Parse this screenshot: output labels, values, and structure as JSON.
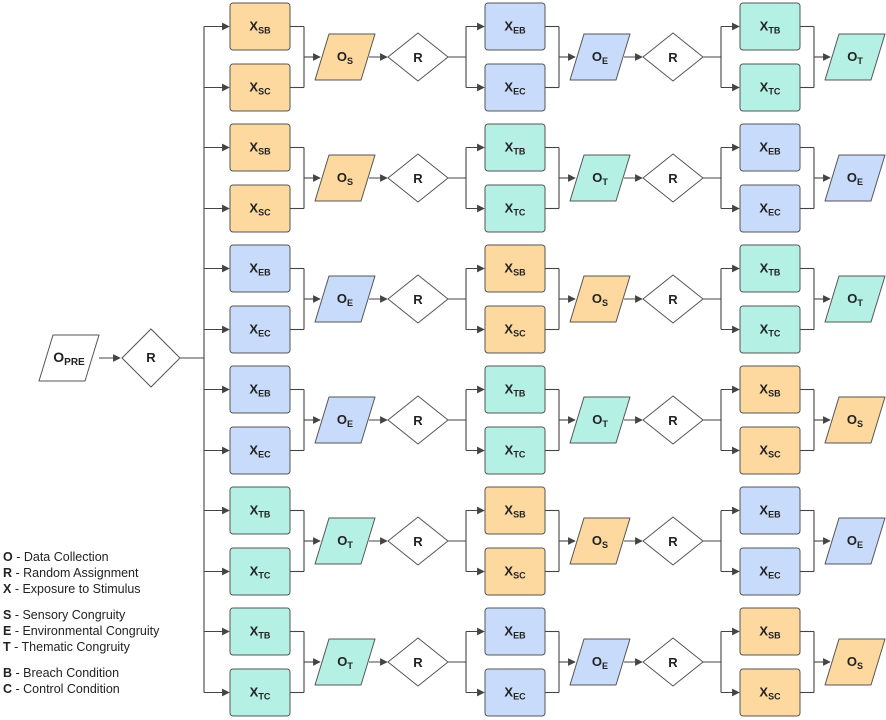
{
  "colors": {
    "S": "#fdd9a0",
    "E": "#c9dbfa",
    "T": "#b4f1e4",
    "neutral": "#ffffff",
    "stroke": "#555555",
    "line": "#444444"
  },
  "start": {
    "observation": {
      "main": "O",
      "sub": "PRE"
    },
    "random": "R"
  },
  "random_label": "R",
  "rows": [
    {
      "stages": [
        {
          "x_top": {
            "main": "X",
            "sub": "SB",
            "cat": "S"
          },
          "x_bottom": {
            "main": "X",
            "sub": "SC",
            "cat": "S"
          },
          "obs": {
            "main": "O",
            "sub": "S",
            "cat": "S"
          }
        },
        {
          "x_top": {
            "main": "X",
            "sub": "EB",
            "cat": "E"
          },
          "x_bottom": {
            "main": "X",
            "sub": "EC",
            "cat": "E"
          },
          "obs": {
            "main": "O",
            "sub": "E",
            "cat": "E"
          }
        },
        {
          "x_top": {
            "main": "X",
            "sub": "TB",
            "cat": "T"
          },
          "x_bottom": {
            "main": "X",
            "sub": "TC",
            "cat": "T"
          },
          "obs": {
            "main": "O",
            "sub": "T",
            "cat": "T"
          }
        }
      ]
    },
    {
      "stages": [
        {
          "x_top": {
            "main": "X",
            "sub": "SB",
            "cat": "S"
          },
          "x_bottom": {
            "main": "X",
            "sub": "SC",
            "cat": "S"
          },
          "obs": {
            "main": "O",
            "sub": "S",
            "cat": "S"
          }
        },
        {
          "x_top": {
            "main": "X",
            "sub": "TB",
            "cat": "T"
          },
          "x_bottom": {
            "main": "X",
            "sub": "TC",
            "cat": "T"
          },
          "obs": {
            "main": "O",
            "sub": "T",
            "cat": "T"
          }
        },
        {
          "x_top": {
            "main": "X",
            "sub": "EB",
            "cat": "E"
          },
          "x_bottom": {
            "main": "X",
            "sub": "EC",
            "cat": "E"
          },
          "obs": {
            "main": "O",
            "sub": "E",
            "cat": "E"
          }
        }
      ]
    },
    {
      "stages": [
        {
          "x_top": {
            "main": "X",
            "sub": "EB",
            "cat": "E"
          },
          "x_bottom": {
            "main": "X",
            "sub": "EC",
            "cat": "E"
          },
          "obs": {
            "main": "O",
            "sub": "E",
            "cat": "E"
          }
        },
        {
          "x_top": {
            "main": "X",
            "sub": "SB",
            "cat": "S"
          },
          "x_bottom": {
            "main": "X",
            "sub": "SC",
            "cat": "S"
          },
          "obs": {
            "main": "O",
            "sub": "S",
            "cat": "S"
          }
        },
        {
          "x_top": {
            "main": "X",
            "sub": "TB",
            "cat": "T"
          },
          "x_bottom": {
            "main": "X",
            "sub": "TC",
            "cat": "T"
          },
          "obs": {
            "main": "O",
            "sub": "T",
            "cat": "T"
          }
        }
      ]
    },
    {
      "stages": [
        {
          "x_top": {
            "main": "X",
            "sub": "EB",
            "cat": "E"
          },
          "x_bottom": {
            "main": "X",
            "sub": "EC",
            "cat": "E"
          },
          "obs": {
            "main": "O",
            "sub": "E",
            "cat": "E"
          }
        },
        {
          "x_top": {
            "main": "X",
            "sub": "TB",
            "cat": "T"
          },
          "x_bottom": {
            "main": "X",
            "sub": "TC",
            "cat": "T"
          },
          "obs": {
            "main": "O",
            "sub": "T",
            "cat": "T"
          }
        },
        {
          "x_top": {
            "main": "X",
            "sub": "SB",
            "cat": "S"
          },
          "x_bottom": {
            "main": "X",
            "sub": "SC",
            "cat": "S"
          },
          "obs": {
            "main": "O",
            "sub": "S",
            "cat": "S"
          }
        }
      ]
    },
    {
      "stages": [
        {
          "x_top": {
            "main": "X",
            "sub": "TB",
            "cat": "T"
          },
          "x_bottom": {
            "main": "X",
            "sub": "TC",
            "cat": "T"
          },
          "obs": {
            "main": "O",
            "sub": "T",
            "cat": "T"
          }
        },
        {
          "x_top": {
            "main": "X",
            "sub": "SB",
            "cat": "S"
          },
          "x_bottom": {
            "main": "X",
            "sub": "SC",
            "cat": "S"
          },
          "obs": {
            "main": "O",
            "sub": "S",
            "cat": "S"
          }
        },
        {
          "x_top": {
            "main": "X",
            "sub": "EB",
            "cat": "E"
          },
          "x_bottom": {
            "main": "X",
            "sub": "EC",
            "cat": "E"
          },
          "obs": {
            "main": "O",
            "sub": "E",
            "cat": "E"
          }
        }
      ]
    },
    {
      "stages": [
        {
          "x_top": {
            "main": "X",
            "sub": "TB",
            "cat": "T"
          },
          "x_bottom": {
            "main": "X",
            "sub": "TC",
            "cat": "T"
          },
          "obs": {
            "main": "O",
            "sub": "T",
            "cat": "T"
          }
        },
        {
          "x_top": {
            "main": "X",
            "sub": "EB",
            "cat": "E"
          },
          "x_bottom": {
            "main": "X",
            "sub": "EC",
            "cat": "E"
          },
          "obs": {
            "main": "O",
            "sub": "E",
            "cat": "E"
          }
        },
        {
          "x_top": {
            "main": "X",
            "sub": "SB",
            "cat": "S"
          },
          "x_bottom": {
            "main": "X",
            "sub": "SC",
            "cat": "S"
          },
          "obs": {
            "main": "O",
            "sub": "S",
            "cat": "S"
          }
        }
      ]
    }
  ],
  "legend": {
    "groups": [
      {
        "items": [
          {
            "key": "O",
            "text": " - Data Collection"
          },
          {
            "key": "R",
            "text": " - Random Assignment"
          },
          {
            "key": "X",
            "text": " - Exposure to Stimulus"
          }
        ]
      },
      {
        "items": [
          {
            "key": "S",
            "text": " - Sensory Congruity"
          },
          {
            "key": "E",
            "text": " - Environmental Congruity"
          },
          {
            "key": "T",
            "text": " - Thematic Congruity"
          }
        ]
      },
      {
        "items": [
          {
            "key": "B",
            "text": " - Breach Condition"
          },
          {
            "key": "C",
            "text": " - Control Condition"
          }
        ]
      }
    ]
  }
}
